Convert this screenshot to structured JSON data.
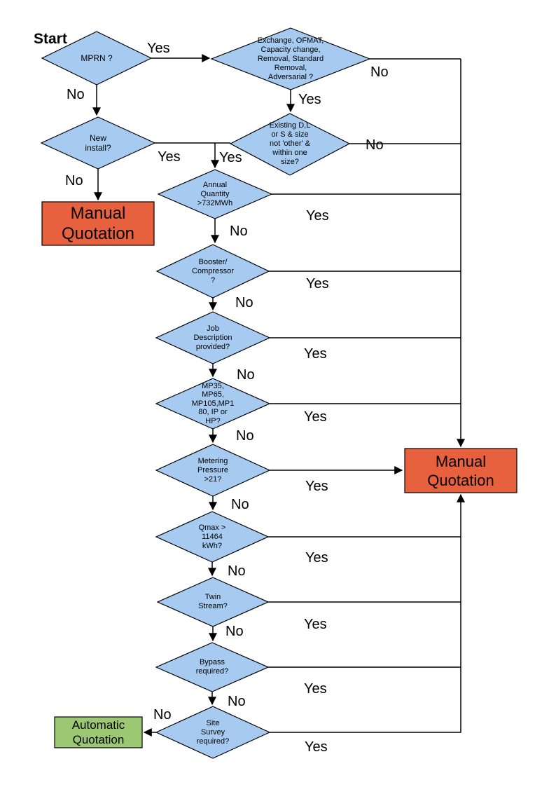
{
  "start_label": "Start",
  "labels": {
    "yes": "Yes",
    "no": "No"
  },
  "nodes": {
    "mprn": "MPRN ?",
    "exchange": "Exchange, OFMAT,\nCapacity change,\nRemoval, Standard\nRemoval,\nAdversarial ?",
    "new_install": "New\ninstall?",
    "existing": "Existing D,L\nor S & size\nnot 'other' &\nwithin one\nsize?",
    "annual": "Annual\nQuantity\n>732MWh",
    "booster": "Booster/\nCompressor\n?",
    "job_desc": "Job\nDescription\nprovided?",
    "mp_tier": "MP35,\nMP65,\nMP105,MP1\n80, IP or\nHP?",
    "metering": "Metering\nPressure\n>21?",
    "qmax": "Qmax >\n11464\nkWh?",
    "twin": "Twin\nStream?",
    "bypass": "Bypass\nrequired?",
    "site_survey": "Site\nSurvey\nrequired?"
  },
  "terminals": {
    "manual_left": "Manual\nQuotation",
    "manual_right": "Manual\nQuotation",
    "automatic": "Automatic\nQuotation"
  },
  "colors": {
    "decision_fill": "#A6CAF0",
    "manual_fill": "#E8613E",
    "automatic_fill": "#9CC873",
    "line": "#000000"
  }
}
